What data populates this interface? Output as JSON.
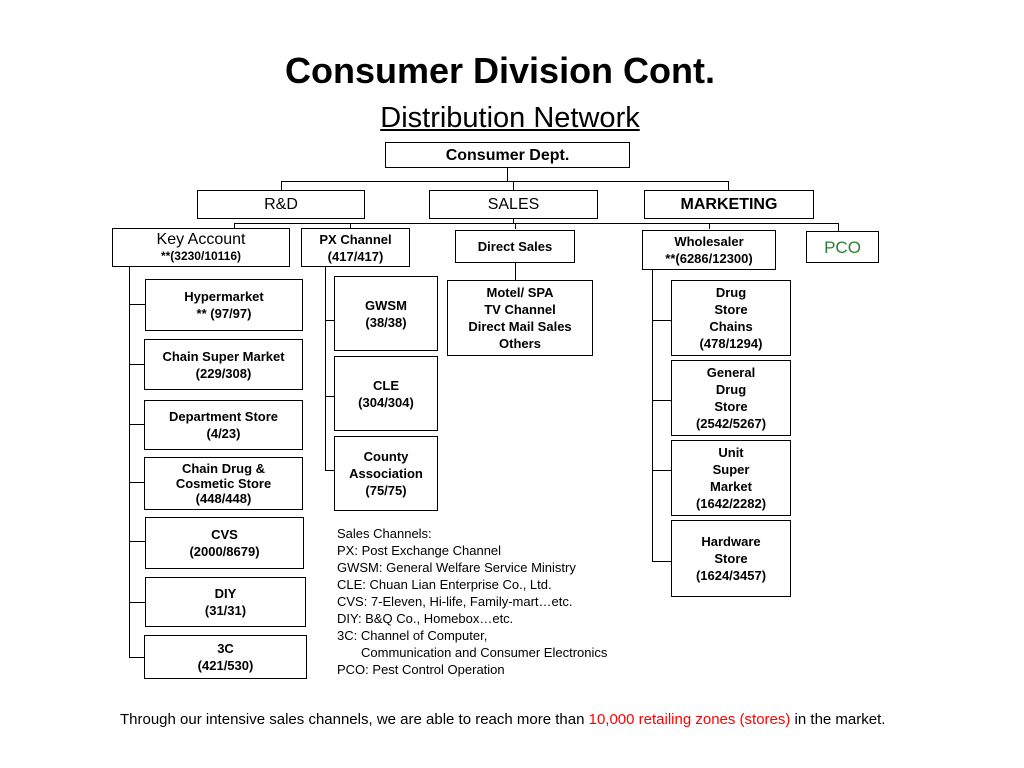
{
  "title": "Consumer Division Cont.",
  "subtitle": "Distribution Network",
  "root": "Consumer Dept.",
  "departments": {
    "rd": "R&D",
    "sales": "SALES",
    "marketing": "MARKETING"
  },
  "channels": {
    "key_account": {
      "name": "Key Account",
      "count": "**(3230/10116)"
    },
    "px_channel": {
      "name": "PX Channel",
      "count": "(417/417)"
    },
    "direct_sales": {
      "name": "Direct Sales"
    },
    "wholesaler": {
      "name": "Wholesaler",
      "count": "**(6286/12300)"
    },
    "pco": {
      "name": "PCO"
    }
  },
  "key_account_items": [
    {
      "l1": "Hypermarket",
      "l2": "** (97/97)"
    },
    {
      "l1": "Chain Super Market",
      "l2": "(229/308)"
    },
    {
      "l1": "Department Store",
      "l2": "(4/23)"
    },
    {
      "l1": "Chain Drug &",
      "l2": "Cosmetic Store",
      "l3": "(448/448)"
    },
    {
      "l1": "CVS",
      "l2": "(2000/8679)"
    },
    {
      "l1": "DIY",
      "l2": "(31/31)"
    },
    {
      "l1": "3C",
      "l2": "(421/530)"
    }
  ],
  "px_items": [
    {
      "l1": "GWSM",
      "l2": "(38/38)"
    },
    {
      "l1": "CLE",
      "l2": "(304/304)"
    },
    {
      "l1": "County",
      "l2": "Association",
      "l3": "(75/75)"
    }
  ],
  "direct_sales_items": [
    "Motel/ SPA",
    "TV Channel",
    "Direct Mail Sales",
    "Others"
  ],
  "wholesaler_items": [
    {
      "l1": "Drug",
      "l2": "Store",
      "l3": "Chains",
      "l4": "(478/1294)"
    },
    {
      "l1": "General",
      "l2": "Drug",
      "l3": "Store",
      "l4": "(2542/5267)"
    },
    {
      "l1": "Unit",
      "l2": "Super",
      "l3": "Market",
      "l4": "(1642/2282)"
    },
    {
      "l1": "Hardware",
      "l2": "Store",
      "l3": "(1624/3457)"
    }
  ],
  "legend": [
    "Sales Channels:",
    "PX: Post Exchange Channel",
    "GWSM: General Welfare Service Ministry",
    "CLE: Chuan Lian Enterprise Co., Ltd.",
    "CVS: 7-Eleven, Hi-life, Family-mart…etc.",
    "DIY: B&Q Co., Homebox…etc.",
    "3C: Channel of Computer,",
    "Communication and Consumer Electronics",
    "PCO: Pest Control Operation"
  ],
  "footer": {
    "before": "Through our intensive sales channels, we are able to reach more than ",
    "highlight": "10,000 retailing zones (stores)",
    "after": " in the market."
  }
}
